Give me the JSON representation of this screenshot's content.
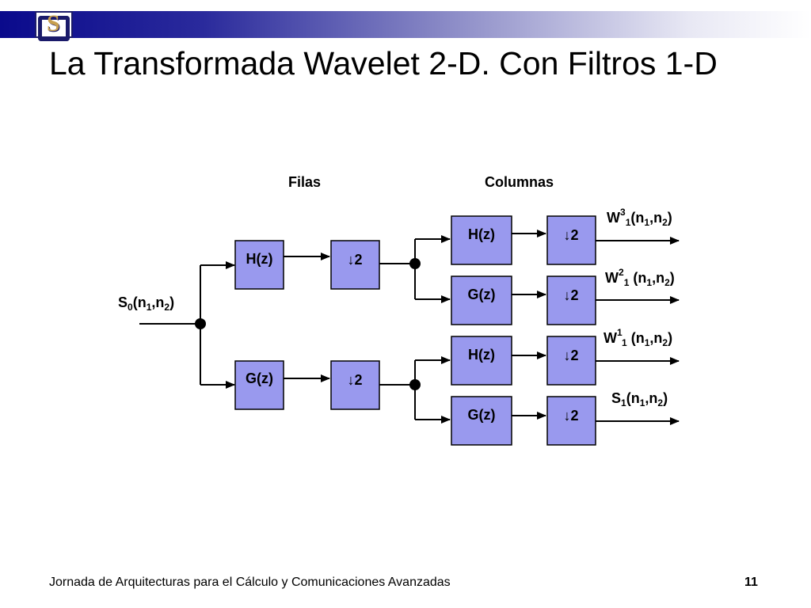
{
  "slide": {
    "title": "La Transformada Wavelet 2-D. Con Filtros 1-D",
    "footer": "Jornada de Arquitecturas para el Cálculo y Comunicaciones Avanzadas",
    "page_number": "11"
  },
  "diagram": {
    "header_rows": "Filas",
    "header_columns": "Columnas",
    "input": {
      "base": "S",
      "sub": "0",
      "args_a": "(n",
      "sub1": "1",
      "sep": ",n",
      "sub2": "2",
      "close": ")"
    },
    "stage1": [
      {
        "filter": "H(z)",
        "down": "2"
      },
      {
        "filter": "G(z)",
        "down": "2"
      }
    ],
    "stage2": [
      {
        "filter": "H(z)",
        "down": "2"
      },
      {
        "filter": "G(z)",
        "down": "2"
      },
      {
        "filter": "H(z)",
        "down": "2"
      },
      {
        "filter": "G(z)",
        "down": "2"
      }
    ],
    "outputs": [
      {
        "base": "W",
        "sup": "3",
        "sub": "1",
        "args": "(n",
        "sub1": "1",
        "sep": ",n",
        "sub2": "2",
        "close": ")"
      },
      {
        "base": "W",
        "sup": "2",
        "sub": "1",
        "args": " (n",
        "sub1": "1",
        "sep": ",n",
        "sub2": "2",
        "close": ")"
      },
      {
        "base": "W",
        "sup": "1",
        "sub": "1",
        "args": " (n",
        "sub1": "1",
        "sep": ",n",
        "sub2": "2",
        "close": ")"
      },
      {
        "base": "S",
        "sup": "",
        "sub": "1",
        "args": "(n",
        "sub1": "1",
        "sep": ",n",
        "sub2": "2",
        "close": ")"
      }
    ],
    "colors": {
      "block_fill": "#9999ee",
      "block_stroke": "#000000",
      "line": "#000000"
    },
    "down_symbol": "↓"
  }
}
